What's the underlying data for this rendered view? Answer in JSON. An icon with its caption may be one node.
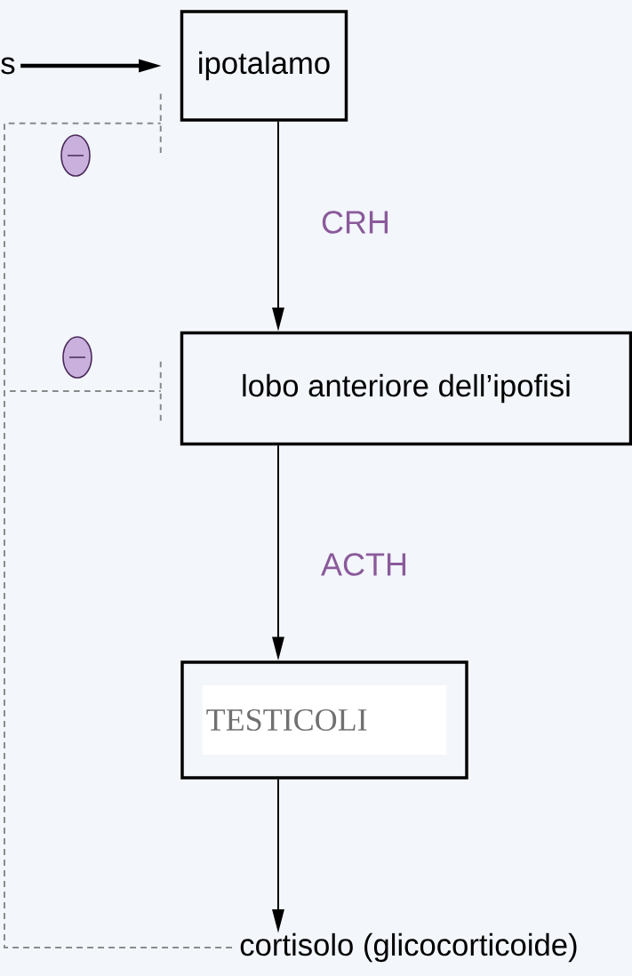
{
  "diagram": {
    "nodes": [
      {
        "text": [
          "s"
        ]
      },
      {
        "text": [
          "ipotalamo"
        ]
      },
      {
        "text": [
          "lobo anteriore dell’ipofisi"
        ]
      },
      {
        "text": [
          "TESTICOLI"
        ]
      },
      {
        "text": [
          "cortisolo (glicocorticoide)"
        ]
      }
    ],
    "edges": [
      {
        "from": 0,
        "to": 1,
        "arrow": "to",
        "style": "thick"
      },
      {
        "from": 1,
        "to": 2,
        "arrow": "to",
        "label": "CRH"
      },
      {
        "from": 2,
        "to": 3,
        "arrow": "to",
        "label": "ACTH"
      },
      {
        "from": 3,
        "to": 4,
        "arrow": "to"
      },
      {
        "from": 4,
        "to": 1,
        "arrow": "none",
        "style": "dashed",
        "color": "#8a8a8a"
      },
      {
        "from": 4,
        "to": 2,
        "arrow": "none",
        "style": "dashed",
        "color": "#8a8a8a"
      }
    ]
  }
}
